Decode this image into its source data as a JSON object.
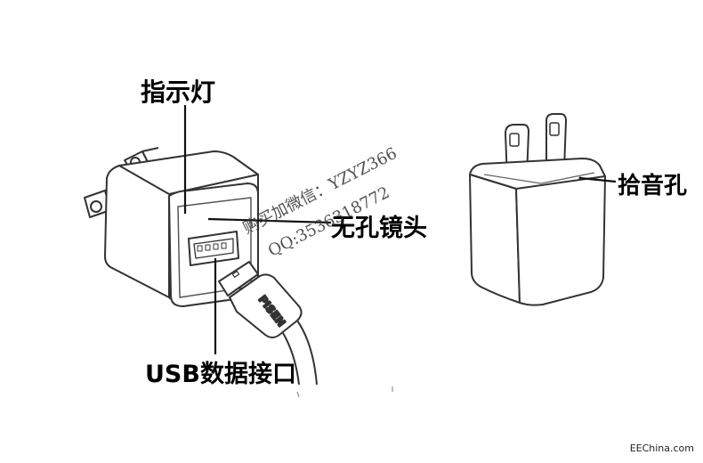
{
  "labels": {
    "indicator": "指示灯",
    "lens": "无孔镜头",
    "usb": "USB数据接口",
    "mic": "拾音孔"
  },
  "watermark": {
    "line1": "购买加微信：YZYZ366",
    "line2": "QQ:3536318772"
  },
  "cable_brand": "PISEN",
  "footer": "EEChina.com",
  "colors": {
    "line": "#2a2a2a",
    "stroke_light": "#555555",
    "background": "#ffffff"
  }
}
